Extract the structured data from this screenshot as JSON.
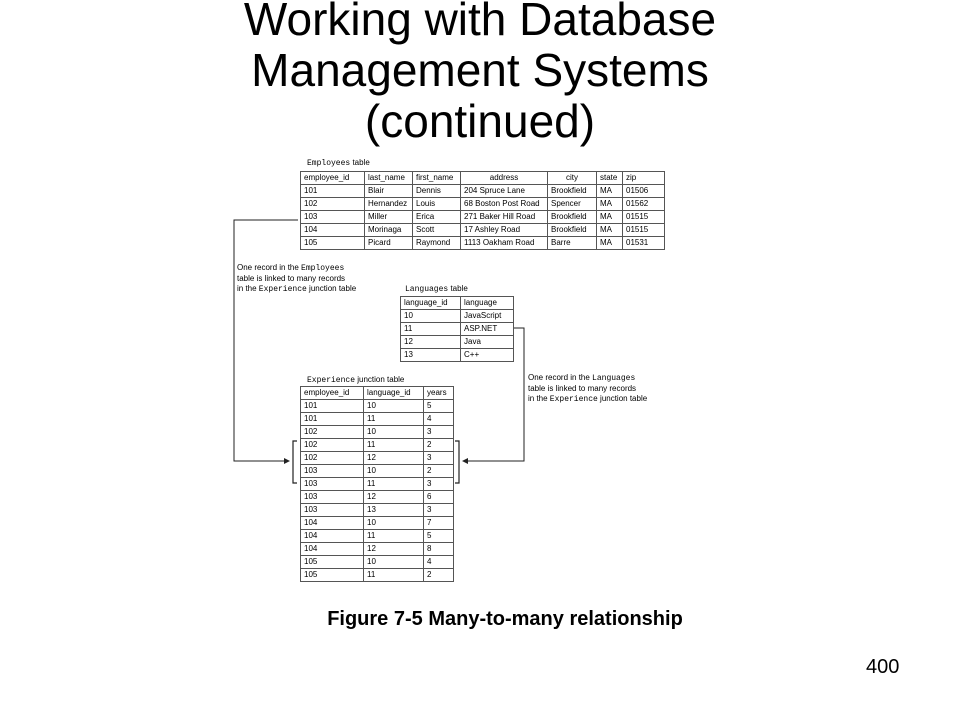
{
  "title": [
    "Working with Database",
    "Management Systems",
    "(continued)"
  ],
  "employees": {
    "caption_mono": "Employees",
    "caption_rest": " table",
    "columns": [
      "employee_id",
      "last_name",
      "first_name",
      "address",
      "city",
      "state",
      "zip"
    ],
    "rows": [
      [
        "101",
        "Blair",
        "Dennis",
        "204 Spruce Lane",
        "Brookfield",
        "MA",
        "01506"
      ],
      [
        "102",
        "Hernandez",
        "Louis",
        "68 Boston Post Road",
        "Spencer",
        "MA",
        "01562"
      ],
      [
        "103",
        "Miller",
        "Erica",
        "271 Baker Hill Road",
        "Brookfield",
        "MA",
        "01515"
      ],
      [
        "104",
        "Morinaga",
        "Scott",
        "17 Ashley Road",
        "Brookfield",
        "MA",
        "01515"
      ],
      [
        "105",
        "Picard",
        "Raymond",
        "1113 Oakham Road",
        "Barre",
        "MA",
        "01531"
      ]
    ]
  },
  "languages": {
    "caption_mono": "Languages",
    "caption_rest": " table",
    "columns": [
      "language_id",
      "language"
    ],
    "rows": [
      [
        "10",
        "JavaScript"
      ],
      [
        "11",
        "ASP.NET"
      ],
      [
        "12",
        "Java"
      ],
      [
        "13",
        "C++"
      ]
    ]
  },
  "experience": {
    "caption_mono": "Experience",
    "caption_rest": " junction table",
    "columns": [
      "employee_id",
      "language_id",
      "years"
    ],
    "rows": [
      [
        "101",
        "10",
        "5"
      ],
      [
        "101",
        "11",
        "4"
      ],
      [
        "102",
        "10",
        "3"
      ],
      [
        "102",
        "11",
        "2"
      ],
      [
        "102",
        "12",
        "3"
      ],
      [
        "103",
        "10",
        "2"
      ],
      [
        "103",
        "11",
        "3"
      ],
      [
        "103",
        "12",
        "6"
      ],
      [
        "103",
        "13",
        "3"
      ],
      [
        "104",
        "10",
        "7"
      ],
      [
        "104",
        "11",
        "5"
      ],
      [
        "104",
        "12",
        "8"
      ],
      [
        "105",
        "10",
        "4"
      ],
      [
        "105",
        "11",
        "2"
      ]
    ]
  },
  "notes": {
    "employees_link": {
      "line1_a": "One record in the ",
      "line1_mono": "Employees",
      "line2": "table is linked to many records",
      "line3_a": "in the ",
      "line3_mono": "Experience",
      "line3_b": " junction table"
    },
    "languages_link": {
      "line1_a": "One record in the ",
      "line1_mono": "Languages",
      "line2": "table is linked to many records",
      "line3_a": "in the ",
      "line3_mono": "Experience",
      "line3_b": " junction table"
    }
  },
  "figure_caption": "Figure 7-5 Many-to-many relationship",
  "page_number": "400"
}
